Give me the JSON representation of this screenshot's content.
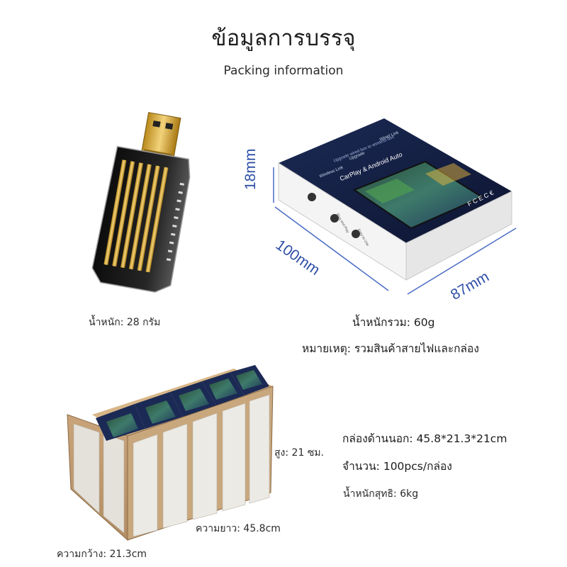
{
  "header": {
    "title": "ข้อมูลการบรรจุ",
    "subtitle": "Packing information"
  },
  "device": {
    "weight_label": "น้ำหนัก: 28 กรัม"
  },
  "package": {
    "dim_height": "18mm",
    "dim_length": "100mm",
    "dim_width": "87mm",
    "total_weight": "น้ำหนักรวม: 60g",
    "note": "หมายเหตุ: รวมสินค้าสายไฟและกล่อง",
    "box_text_main": "CarPlay & Android Auto",
    "box_text_top": "Upgrade wired box to wireless box",
    "feature_1": "Wireless Link",
    "feature_2": "Upgrade",
    "feature_3": "Wired Link",
    "certs": "F C E C €",
    "side_text_1": "Plug and Play",
    "side_text_2": "Easy to Use"
  },
  "carton": {
    "height_label": "สูง: 21 ซม.",
    "length_label": "ความยาว: 45.8cm",
    "width_label": "ความกว้าง: 21.3cm",
    "outer_size": "กล่องด้านนอก: 45.8*21.3*21cm",
    "quantity": "จำนวน: 100pcs/กล่อง",
    "net_weight": "น้ำหนักสุทธิ: 6kg"
  }
}
